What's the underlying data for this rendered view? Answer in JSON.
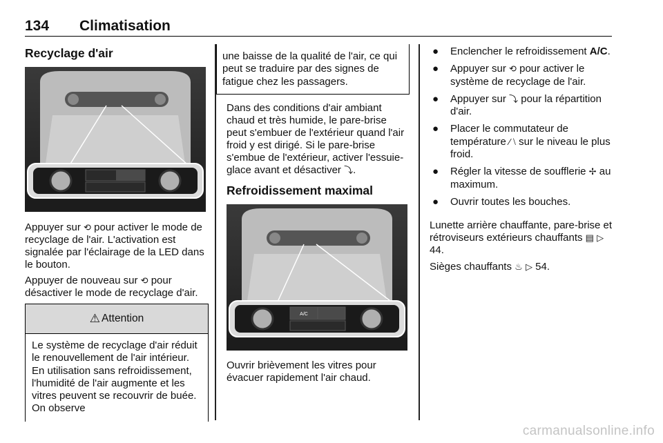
{
  "header": {
    "page_number": "134",
    "chapter": "Climatisation"
  },
  "col1": {
    "title": "Recyclage d'air",
    "para1_pre": "Appuyer sur ",
    "para1_post": " pour activer le mode de recyclage de l'air. L'activation est signalée par l'éclairage de la LED dans le bouton.",
    "para2_pre": "Appuyer de nouveau sur ",
    "para2_post": " pour désactiver le mode de recyclage d'air."
  },
  "attention": {
    "title": "Attention",
    "text": "Le système de recyclage d'air réduit le renouvellement de l'air intérieur. En utilisation sans refroidissement, l'humidité de l'air augmente et les vitres peuvent se recouvrir de buée. On observe",
    "continued": "une baisse de la qualité de l'air, ce qui peut se traduire par des signes de fatigue chez les passagers."
  },
  "col2": {
    "para1_pre": "Dans des conditions d'air ambiant chaud et très humide, le pare-brise peut s'embuer de l'extérieur quand l'air froid y est dirigé. Si le pare-brise s'embue de l'extérieur, activer l'essuie-glace avant et désactiver ",
    "para1_post": ".",
    "title": "Refroidissement maximal",
    "para2": "Ouvrir brièvement les vitres pour évacuer rapidement l'air chaud."
  },
  "col3": {
    "bullets": [
      {
        "pre": "Enclencher le refroidissement ",
        "bold": "A/C",
        "post": "."
      },
      {
        "pre": "Appuyer sur ",
        "post": " pour activer le système de recyclage de l'air."
      },
      {
        "pre": "Appuyer sur ",
        "post": " pour la répartition d'air."
      },
      {
        "pre": "Placer le commutateur de température ",
        "post": " sur le niveau le plus froid."
      },
      {
        "pre": "Régler la vitesse de soufflerie ",
        "post": " au maximum."
      },
      {
        "pre": "Ouvrir toutes les bouches."
      }
    ],
    "para1_pre": "Lunette arrière chauffante, pare-brise et rétroviseurs extérieurs chauffants ",
    "para1_ref": "44",
    "para1_post": ".",
    "para2_pre": "Sièges chauffants ",
    "para2_ref": "54",
    "para2_post": "."
  },
  "panel": {
    "ac_label": "A/C"
  },
  "icons": {
    "recirculation": "recirculation-icon",
    "air_distribution": "air-distribution-icon",
    "fan": "fan-icon",
    "rear_defrost": "rear-defrost-icon",
    "seat_heat": "seat-heat-icon",
    "page_ref": "page-reference-icon"
  },
  "watermark": "carmanualsonline.info"
}
